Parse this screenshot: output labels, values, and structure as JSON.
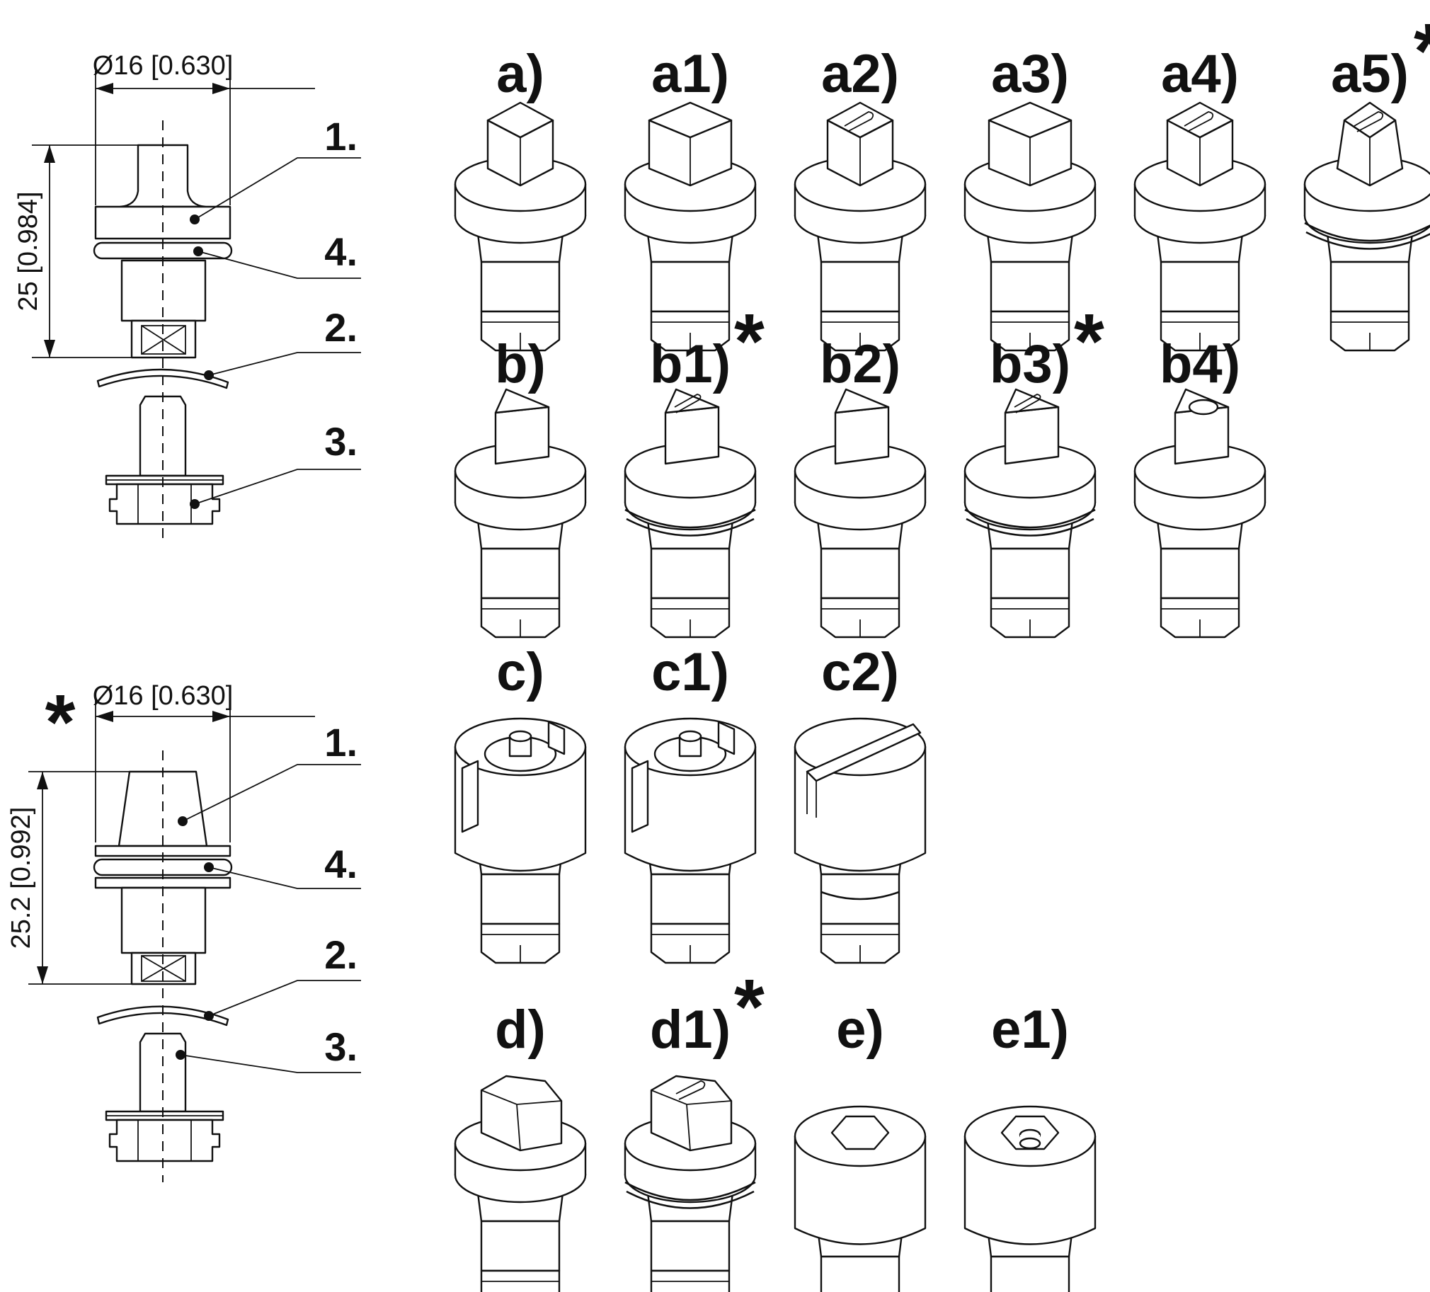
{
  "upper_section": {
    "diameter_label": "Ø16 [0.630]",
    "height_label": "25 [0.984]",
    "callouts": [
      "1.",
      "4.",
      "2.",
      "3."
    ]
  },
  "lower_section": {
    "star": "*",
    "diameter_label": "Ø16 [0.630]",
    "height_label": "25.2 [0.992]",
    "callouts": [
      "1.",
      "4.",
      "2.",
      "3."
    ]
  },
  "variants": [
    {
      "label": "a)",
      "star": "",
      "head": "square"
    },
    {
      "label": "a1)",
      "star": "",
      "head": "square-large"
    },
    {
      "label": "a2)",
      "star": "",
      "head": "square-slot"
    },
    {
      "label": "a3)",
      "star": "",
      "head": "square-large"
    },
    {
      "label": "a4)",
      "star": "",
      "head": "square-slot"
    },
    {
      "label": "a5)",
      "star": "*",
      "head": "square-taper-slot"
    },
    {
      "label": "b)",
      "star": "",
      "head": "triangle"
    },
    {
      "label": "b1)",
      "star": "*",
      "head": "triangle-slot"
    },
    {
      "label": "b2)",
      "star": "",
      "head": "triangle"
    },
    {
      "label": "b3)",
      "star": "*",
      "head": "triangle-slot"
    },
    {
      "label": "b4)",
      "star": "",
      "head": "triangle-hole"
    },
    {
      "label": "c)",
      "star": "",
      "head": "ring-groove"
    },
    {
      "label": "c1)",
      "star": "",
      "head": "ring-groove"
    },
    {
      "label": "c2)",
      "star": "",
      "head": "slot"
    },
    {
      "label": "d)",
      "star": "",
      "head": "hexagon"
    },
    {
      "label": "d1)",
      "star": "*",
      "head": "hexagon-slot"
    },
    {
      "label": "e)",
      "star": "",
      "head": "hex-socket"
    },
    {
      "label": "e1)",
      "star": "",
      "head": "hex-socket-pin"
    }
  ]
}
